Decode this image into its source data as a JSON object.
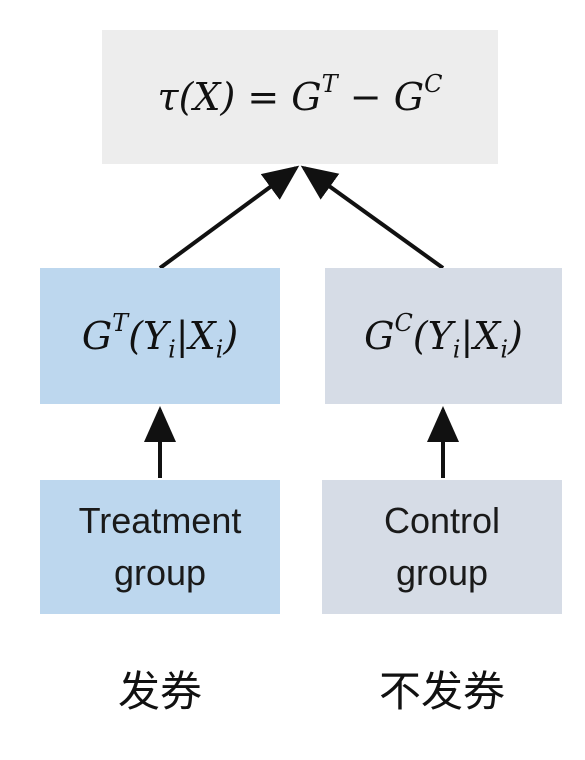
{
  "top": {
    "lhs": "τ(X) =",
    "g1": "G",
    "s1": "T",
    "minus": "−",
    "g2": "G",
    "s2": "C"
  },
  "treatment_model": {
    "g": "G",
    "sup": "T",
    "open": "(Y",
    "sub1": "i",
    "mid": "|X",
    "sub2": "i",
    "close": ")"
  },
  "control_model": {
    "g": "G",
    "sup": "C",
    "open": "(Y",
    "sub1": "i",
    "mid": "|X",
    "sub2": "i",
    "close": ")"
  },
  "treatment_group": {
    "line1": "Treatment",
    "line2": "group"
  },
  "control_group": {
    "line1": "Control",
    "line2": "group"
  },
  "captions": {
    "left": "发券",
    "right": "不发券"
  }
}
